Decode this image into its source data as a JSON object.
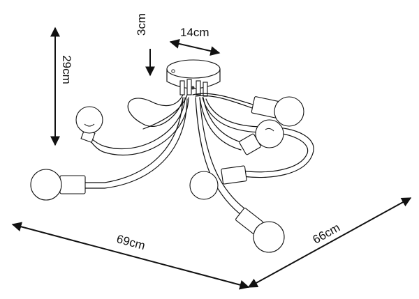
{
  "dimensions": {
    "height": "29cm",
    "canopy_height": "3cm",
    "canopy_diameter": "14cm",
    "width": "69cm",
    "depth": "66cm"
  },
  "colors": {
    "line": "#111111",
    "background": "#ffffff"
  }
}
